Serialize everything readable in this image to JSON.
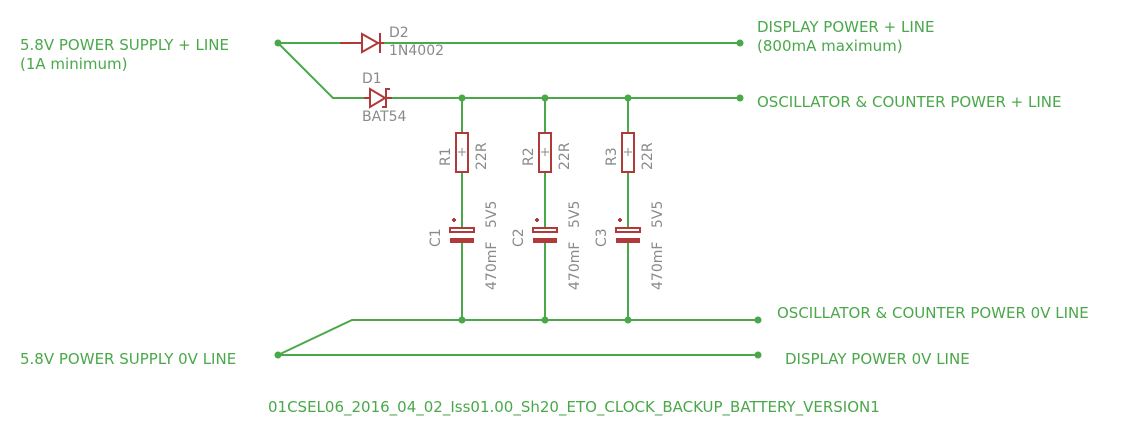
{
  "nets": {
    "supply_plus": "5.8V POWER SUPPLY + LINE",
    "supply_plus_note": "(1A minimum)",
    "display_plus": "DISPLAY  POWER + LINE",
    "display_plus_note": "(800mA maximum)",
    "osc_plus": "OSCILLATOR & COUNTER POWER + LINE",
    "osc_zero": "OSCILLATOR & COUNTER POWER 0V LINE",
    "supply_zero": "5.8V POWER SUPPLY 0V LINE",
    "display_zero": "DISPLAY POWER 0V LINE"
  },
  "parts": {
    "d2": {
      "name": "D2",
      "value": "1N4002"
    },
    "d1": {
      "name": "D1",
      "value": "BAT54"
    },
    "r1": {
      "name": "R1",
      "value": "22R"
    },
    "r2": {
      "name": "R2",
      "value": "22R"
    },
    "r3": {
      "name": "R3",
      "value": "22R"
    },
    "c1": {
      "name": "C1",
      "value": "470mF",
      "rating": "5V5"
    },
    "c2": {
      "name": "C2",
      "value": "470mF",
      "rating": "5V5"
    },
    "c3": {
      "name": "C3",
      "value": "470mF",
      "rating": "5V5"
    }
  },
  "sheet_title": "01CSEL06_2016_04_02_Iss01.00_Sh20_ETO_CLOCK_BACKUP_BATTERY_VERSION1",
  "colors": {
    "wire": "#4aa84a",
    "part": "#b03a3a",
    "text": "#8a8a8a"
  }
}
